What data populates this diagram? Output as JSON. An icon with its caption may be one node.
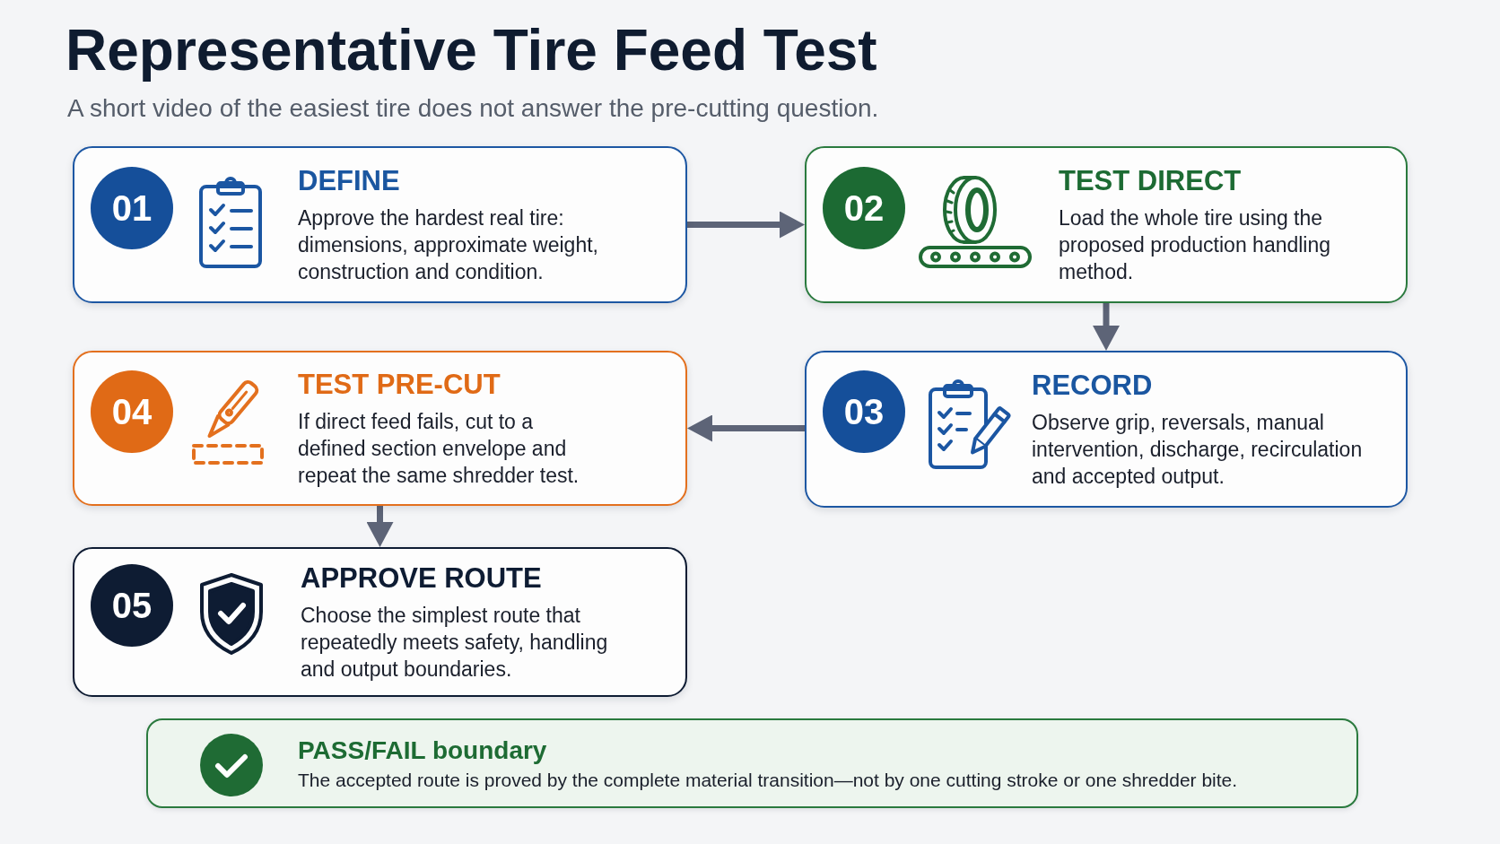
{
  "diagram": {
    "title": "Representative Tire Feed Test",
    "nodes": [
      {
        "text": [
          "01",
          "DEFINE",
          "Approve the hardest real tire: dimensions, approximate weight, construction and condition."
        ]
      },
      {
        "text": [
          "02",
          "TEST DIRECT",
          "Load the whole tire using the proposed production handling method."
        ]
      },
      {
        "text": [
          "04",
          "TEST PRE-CUT",
          "If direct feed fails, cut to a defined section envelope and repeat the same shredder test."
        ]
      },
      {
        "text": [
          "03",
          "RECORD",
          "Observe grip, reversals, manual intervention, discharge, recirculation and accepted output."
        ]
      },
      {
        "text": [
          "05",
          "APPROVE ROUTE",
          "Choose the simplest route that repeatedly meets safety, handling and output boundaries."
        ]
      },
      {
        "text": [
          "PASS/FAIL boundary",
          "The accepted route is proved by the complete material transition—not by one cutting stroke or one shredder bite."
        ]
      }
    ],
    "edges": [
      {
        "from": 0,
        "to": 1,
        "arrow": "to"
      },
      {
        "from": 1,
        "to": 3,
        "arrow": "to"
      },
      {
        "from": 3,
        "to": 2,
        "arrow": "to"
      },
      {
        "from": 2,
        "to": 4,
        "arrow": "to"
      }
    ],
    "labels": [
      "A short video of the easiest tire does not answer the pre-cutting question."
    ]
  }
}
